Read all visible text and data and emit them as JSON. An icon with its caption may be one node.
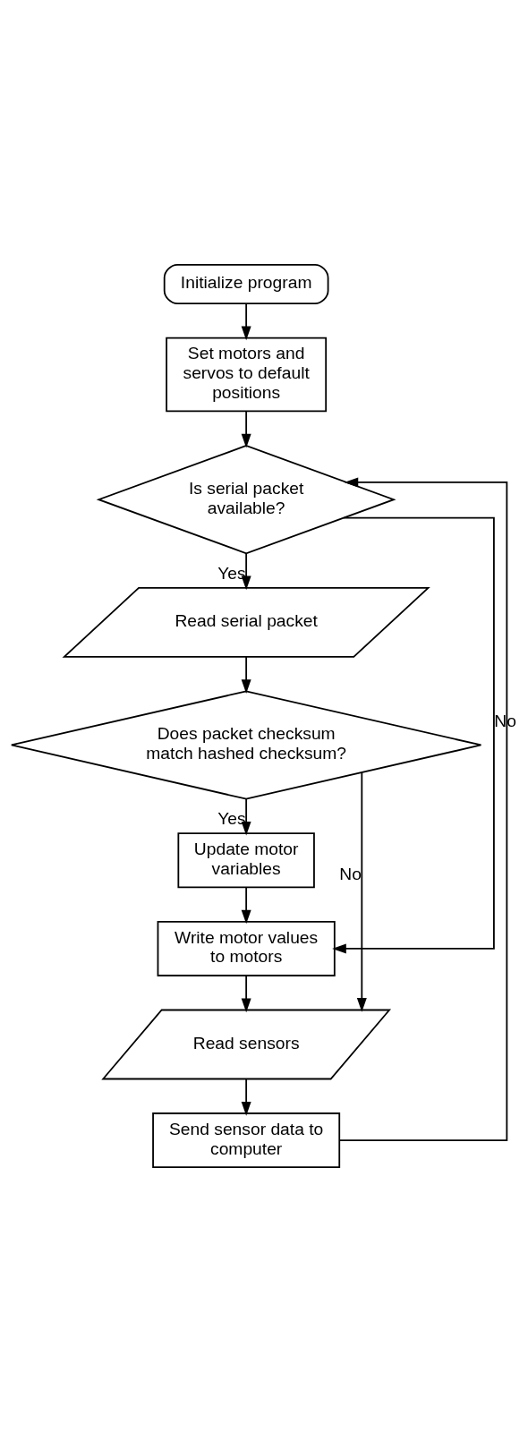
{
  "diagram": {
    "nodes": [
      {
        "text": [
          "Initialize program"
        ]
      },
      {
        "text": [
          "Set motors and servos to default positions"
        ]
      },
      {
        "text": [
          "Is serial packet available?"
        ]
      },
      {
        "text": [
          "Read serial packet"
        ]
      },
      {
        "text": [
          "Does packet checksum match hashed checksum?"
        ]
      },
      {
        "text": [
          "Update motor variables"
        ]
      },
      {
        "text": [
          "Write motor values to motors"
        ]
      },
      {
        "text": [
          "Read sensors"
        ]
      },
      {
        "text": [
          "Send sensor data to computer"
        ]
      }
    ],
    "edges": [
      {
        "from": 0,
        "to": 1,
        "arrow": "to"
      },
      {
        "from": 1,
        "to": 2,
        "arrow": "to"
      },
      {
        "from": 2,
        "to": 3,
        "arrow": "to",
        "label": "Yes"
      },
      {
        "from": 3,
        "to": 4,
        "arrow": "to"
      },
      {
        "from": 4,
        "to": 5,
        "arrow": "to",
        "label": "Yes"
      },
      {
        "from": 5,
        "to": 6,
        "arrow": "to"
      },
      {
        "from": 6,
        "to": 7,
        "arrow": "to"
      },
      {
        "from": 7,
        "to": 8,
        "arrow": "to"
      },
      {
        "from": 2,
        "to": 6,
        "arrow": "to",
        "label": "No"
      },
      {
        "from": 4,
        "to": 7,
        "arrow": "to",
        "label": "No"
      },
      {
        "from": 8,
        "to": 2,
        "arrow": "to"
      }
    ]
  }
}
